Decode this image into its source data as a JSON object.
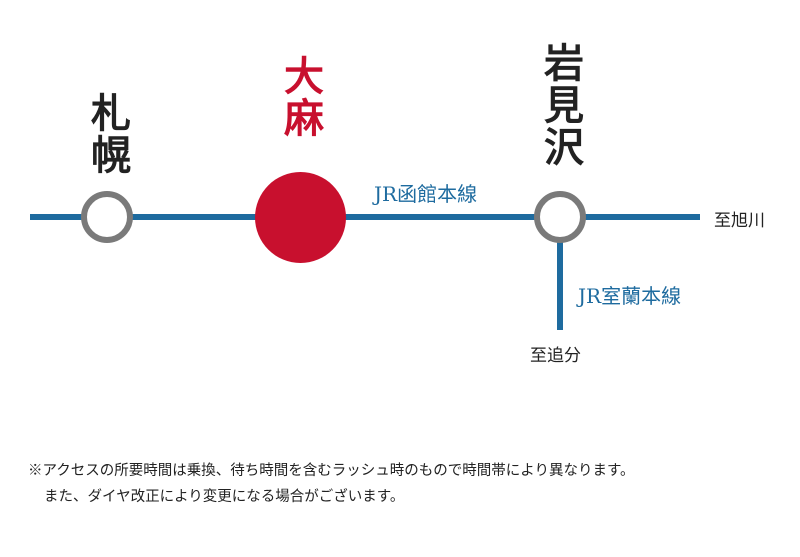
{
  "stations": {
    "sapporo": "札幌",
    "oasa": "大麻",
    "iwamizawa": "岩見沢"
  },
  "lines": {
    "hakodate": "JR函館本線",
    "muroran": "JR室蘭本線"
  },
  "destinations": {
    "asahikawa": "至旭川",
    "oiwake": "至追分"
  },
  "notes": [
    "※アクセスの所要時間は乗換、待ち時間を含むラッシュ時のもので時間帯により異なります。",
    "また、ダイヤ改正により変更になる場合がございます。"
  ],
  "colors": {
    "line": "#1e6b9f",
    "highlight": "#c8102e",
    "station_ring": "#7a7a7a"
  }
}
